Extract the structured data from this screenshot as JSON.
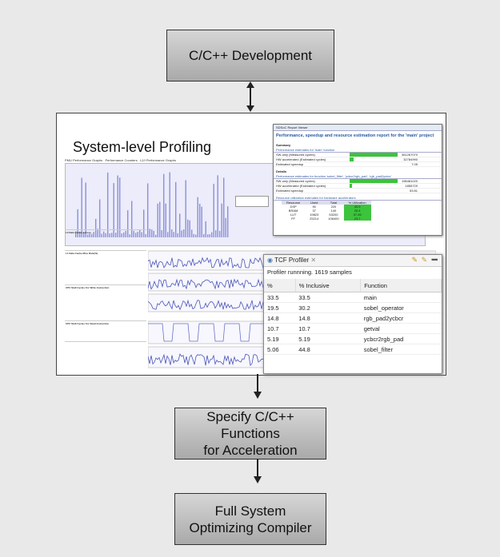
{
  "boxes": {
    "dev": "C/C++ Development",
    "specify_line1": "Specify C/C++ Functions",
    "specify_line2": "for Acceleration",
    "compiler_line1": "Full System",
    "compiler_line2": "Optimizing Compiler"
  },
  "profiling": {
    "title": "System-level Profiling",
    "tabs": [
      "PMU Performance Graphs",
      "Performance Counters",
      "L2/I Performance Graphs"
    ],
    "chart_title": "L2 Data Cache Access",
    "left_labels": [
      "L2 Data Cache Access",
      "L1 Data Cache Miss Rate(%)",
      "CPU Stall Cycles For Write Instruction",
      "CPU Stall Cycles For Read Instruction"
    ],
    "series_colors": {
      "bars": "#8a8fd9",
      "traces": "#4b55b8",
      "pulses": "#6c72c8"
    }
  },
  "report": {
    "window_title": "SDSoC Report Viewer",
    "heading": "Performance, speedup and resource estimation report for the 'main' project",
    "summary_label": "Summary",
    "perf_main_label": "Performance estimates for 'main' function",
    "sw_only": "SW-only (Measured cycles)",
    "sw_val": "361267070",
    "hw_acc": "HW accelerated (Estimated cycles)",
    "hw_val": "32784990",
    "speedup_label": "Estimated speedup",
    "speedup_val": "7.05",
    "details_label": "Details",
    "detail_sub": "Performance estimates for function 'sobel_filter', 'ycbcr2rgb_pad', 'rgb_pad2ycbcr'",
    "d_sw_val": "198481020",
    "d_hw_val": "1855729",
    "d_speedup": "53.81",
    "resource_label": "Resource utilization estimates for hardware accelerators",
    "res_headers": [
      "Resource",
      "Used",
      "Total",
      "% Utilization"
    ],
    "res_rows": [
      [
        "DSP",
        "90",
        "220",
        "40.9"
      ],
      [
        "BRAM",
        "37",
        "140",
        "26.4"
      ],
      [
        "LUT",
        "19823",
        "53200",
        "37.26"
      ],
      [
        "FF",
        "25214",
        "106400",
        "23.7"
      ]
    ],
    "accent": "#3cc43c"
  },
  "tcf": {
    "tab": "TCF Profiler",
    "status": "Profiler runnning. 1619 samples",
    "headers": [
      "%",
      "% Inclusive",
      "Function"
    ],
    "rows": [
      [
        "33.5",
        "33.5",
        "main"
      ],
      [
        "19.5",
        "30.2",
        "sobel_operator"
      ],
      [
        "14.8",
        "14.8",
        "rgb_pad2ycbcr"
      ],
      [
        "10.7",
        "10.7",
        "getval"
      ],
      [
        "5.19",
        "5.19",
        "ycbcr2rgb_pad"
      ],
      [
        "5.06",
        "44.8",
        "sobel_filter"
      ]
    ]
  }
}
